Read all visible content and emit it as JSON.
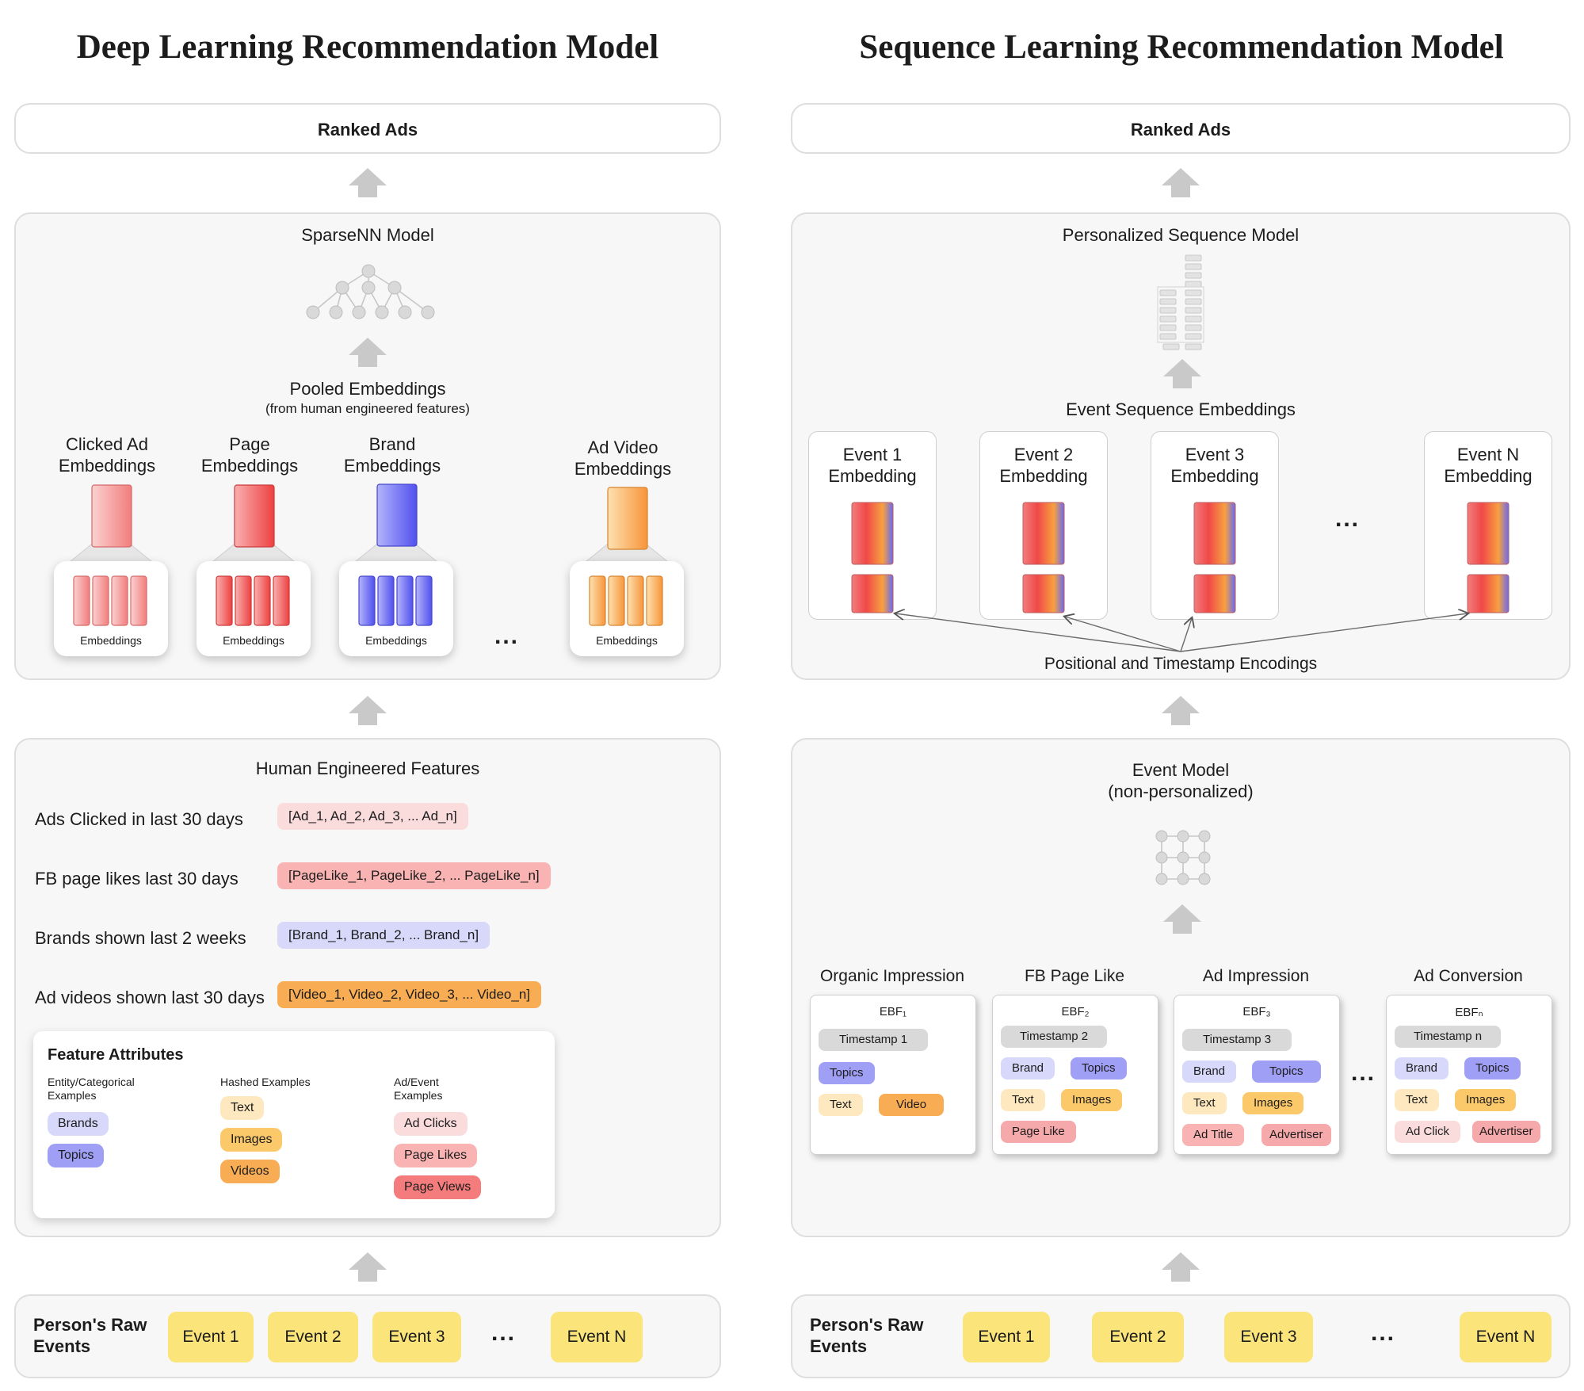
{
  "left": {
    "title": "Deep Learning Recommendation Model",
    "ranked_ads": "Ranked Ads",
    "model_title": "SparseNN Model",
    "pooled_title": "Pooled Embeddings",
    "pooled_subtitle": "(from human engineered features)",
    "embedding_groups": [
      {
        "label": "Clicked Ad\nEmbeddings",
        "card_label": "Embeddings",
        "color": "#f47c7c"
      },
      {
        "label": "Page\nEmbeddings",
        "card_label": "Embeddings",
        "color": "#f04848"
      },
      {
        "label": "Brand\nEmbeddings",
        "card_label": "Embeddings",
        "color": "#6a6af2"
      },
      {
        "label": "Ad Video\nEmbeddings",
        "card_label": "Embeddings",
        "color": "#f8a040"
      }
    ],
    "ellipsis": "...",
    "features_title": "Human Engineered Features",
    "features": [
      {
        "name": "Ads Clicked in last 30 days",
        "value": "[Ad_1, Ad_2, Ad_3, ... Ad_n]",
        "color": "#fbdcdc"
      },
      {
        "name": "FB page likes last 30 days",
        "value": "[PageLike_1, PageLike_2, ... PageLike_n]",
        "color": "#f9b3b3"
      },
      {
        "name": "Brands shown last 2 weeks",
        "value": "[Brand_1, Brand_2, ... Brand_n]",
        "color": "#d8d8fb"
      },
      {
        "name": "Ad videos shown last 30 days",
        "value": "[Video_1, Video_2, Video_3, ... Video_n]",
        "color": "#f8ad55"
      }
    ],
    "attributes": {
      "title": "Feature Attributes",
      "columns": [
        {
          "heading": "Entity/Categorical\nExamples",
          "items": [
            "Brands",
            "Topics"
          ]
        },
        {
          "heading": "Hashed Examples",
          "items": [
            "Text",
            "Images",
            "Videos"
          ]
        },
        {
          "heading": "Ad/Event\nExamples",
          "items": [
            "Ad Clicks",
            "Page Likes",
            "Page Views"
          ]
        }
      ]
    },
    "raw_label": "Person's Raw\nEvents",
    "events": [
      "Event 1",
      "Event 2",
      "Event 3",
      "Event N"
    ]
  },
  "right": {
    "title": "Sequence Learning Recommendation Model",
    "ranked_ads": "Ranked Ads",
    "model_title": "Personalized Sequence Model",
    "seq_title": "Event Sequence Embeddings",
    "seq_events": [
      "Event 1\nEmbedding",
      "Event 2\nEmbedding",
      "Event 3\nEmbedding",
      "Event N\nEmbedding"
    ],
    "ellipsis": "...",
    "encodings_label": "Positional and Timestamp Encodings",
    "event_model_title": "Event Model\n(non-personalized)",
    "ebf_cards": [
      {
        "category": "Organic Impression",
        "ebf": "EBF₁",
        "timestamp": "Timestamp 1",
        "tags": [
          "Topics",
          "Text",
          "Video"
        ]
      },
      {
        "category": "FB Page Like",
        "ebf": "EBF₂",
        "timestamp": "Timestamp 2",
        "tags": [
          "Brand",
          "Topics",
          "Text",
          "Images",
          "Page Like"
        ]
      },
      {
        "category": "Ad Impression",
        "ebf": "EBF₃",
        "timestamp": "Timestamp 3",
        "tags": [
          "Brand",
          "Topics",
          "Text",
          "Images",
          "Ad Title",
          "Advertiser"
        ]
      },
      {
        "category": "Ad Conversion",
        "ebf": "EBFₙ",
        "timestamp": "Timestamp n",
        "tags": [
          "Brand",
          "Topics",
          "Text",
          "Images",
          "Ad Click",
          "Advertiser"
        ]
      }
    ],
    "raw_label": "Person's Raw\nEvents",
    "events": [
      "Event 1",
      "Event 2",
      "Event 3",
      "Event N"
    ]
  }
}
